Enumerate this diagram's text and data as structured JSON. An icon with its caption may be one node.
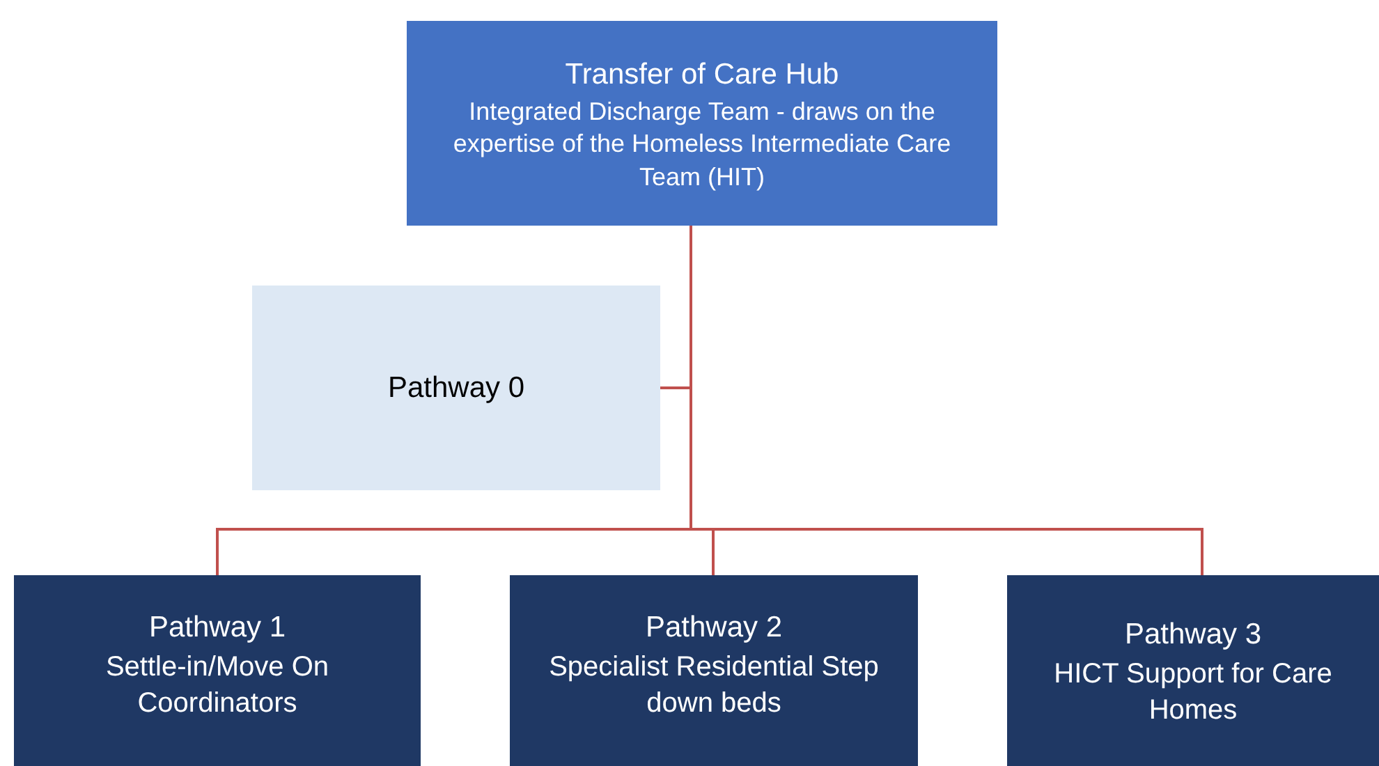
{
  "diagram": {
    "nodes": [
      {
        "text": [
          "Transfer of Care Hub",
          "Integrated Discharge Team - draws on the expertise of the Homeless Intermediate Care Team (HIT)"
        ]
      },
      {
        "text": [
          "Pathway 0"
        ]
      },
      {
        "text": [
          "Pathway 1",
          "Settle-in/Move On Coordinators"
        ]
      },
      {
        "text": [
          "Pathway 2",
          "Specialist Residential Step down beds"
        ]
      },
      {
        "text": [
          "Pathway 3",
          "HICT Support for Care Homes"
        ]
      }
    ],
    "edges": [
      {
        "from": 0,
        "to": 1,
        "arrow": "none"
      },
      {
        "from": 0,
        "to": 2,
        "arrow": "none"
      },
      {
        "from": 0,
        "to": 3,
        "arrow": "none"
      },
      {
        "from": 0,
        "to": 4,
        "arrow": "none"
      }
    ]
  }
}
